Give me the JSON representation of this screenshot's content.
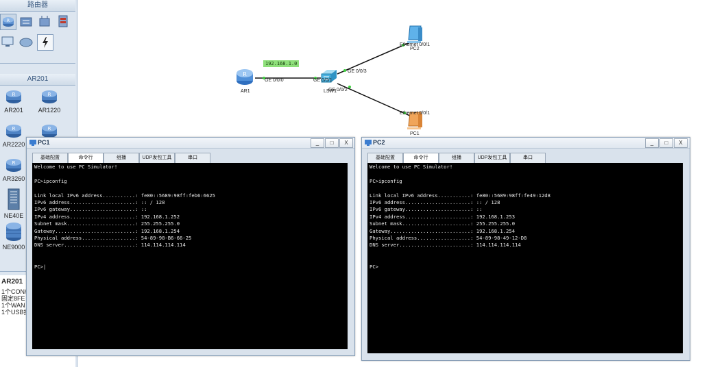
{
  "palette": {
    "category_title": "路由器",
    "group_title": "AR201",
    "devices": [
      {
        "label": "AR201"
      },
      {
        "label": "AR1220"
      },
      {
        "label": "AR2220"
      },
      {
        "label": ""
      },
      {
        "label": "AR3260"
      },
      {
        "label": "NE40E"
      },
      {
        "label": "NE9000"
      }
    ],
    "info": {
      "title": "AR201",
      "lines": [
        "1个CON/",
        "固定8FE",
        "1个WAN",
        "1个USB接"
      ]
    }
  },
  "topology": {
    "network_label": "192.168.1.0",
    "nodes": {
      "ar1": "AR1",
      "lsw1": "LSW1",
      "pc1": "PC1",
      "pc2": "PC2"
    },
    "ports": {
      "ar1_ge": "GE 0/0/0",
      "lsw_ge1": "GE 0/0/1",
      "lsw_ge3": "GE 0/0/3",
      "lsw_ge2": "GE 0/0/2",
      "pc2_eth": "Ethernet 0/0/1",
      "pc1_eth": "Ethernet 0/0/1"
    }
  },
  "windows": {
    "pc1": {
      "title": "PC1",
      "tabs": [
        "基础配置",
        "命令行",
        "组播",
        "UDP发包工具",
        "串口"
      ],
      "active_tab": "命令行",
      "console_lines": [
        "Welcome to use PC Simulator!",
        "",
        "PC>ipconfig",
        "",
        "Link local IPv6 address...........: fe80::5689:98ff:feb6:6625",
        "IPv6 address......................: :: / 128",
        "IPv6 gateway......................: ::",
        "IPv4 address......................: 192.168.1.252",
        "Subnet mask.......................: 255.255.255.0",
        "Gateway...........................: 192.168.1.254",
        "Physical address..................: 54-89-98-B6-66-25",
        "DNS server........................: 114.114.114.114",
        "",
        "",
        "PC>|"
      ]
    },
    "pc2": {
      "title": "PC2",
      "tabs": [
        "基础配置",
        "命令行",
        "组播",
        "UDP发包工具",
        "串口"
      ],
      "active_tab": "命令行",
      "console_lines": [
        "Welcome to use PC Simulator!",
        "",
        "PC>ipconfig",
        "",
        "Link local IPv6 address...........: fe80::5689:98ff:fe49:12d8",
        "IPv6 address......................: :: / 128",
        "IPv6 gateway......................: ::",
        "IPv4 address......................: 192.168.1.253",
        "Subnet mask.......................: 255.255.255.0",
        "Gateway...........................: 192.168.1.254",
        "Physical address..................: 54-89-98-49-12-D8",
        "DNS server........................: 114.114.114.114",
        "",
        "",
        "PC>"
      ]
    },
    "controls": {
      "minimize": "_",
      "maximize": "□",
      "close": "X"
    }
  }
}
